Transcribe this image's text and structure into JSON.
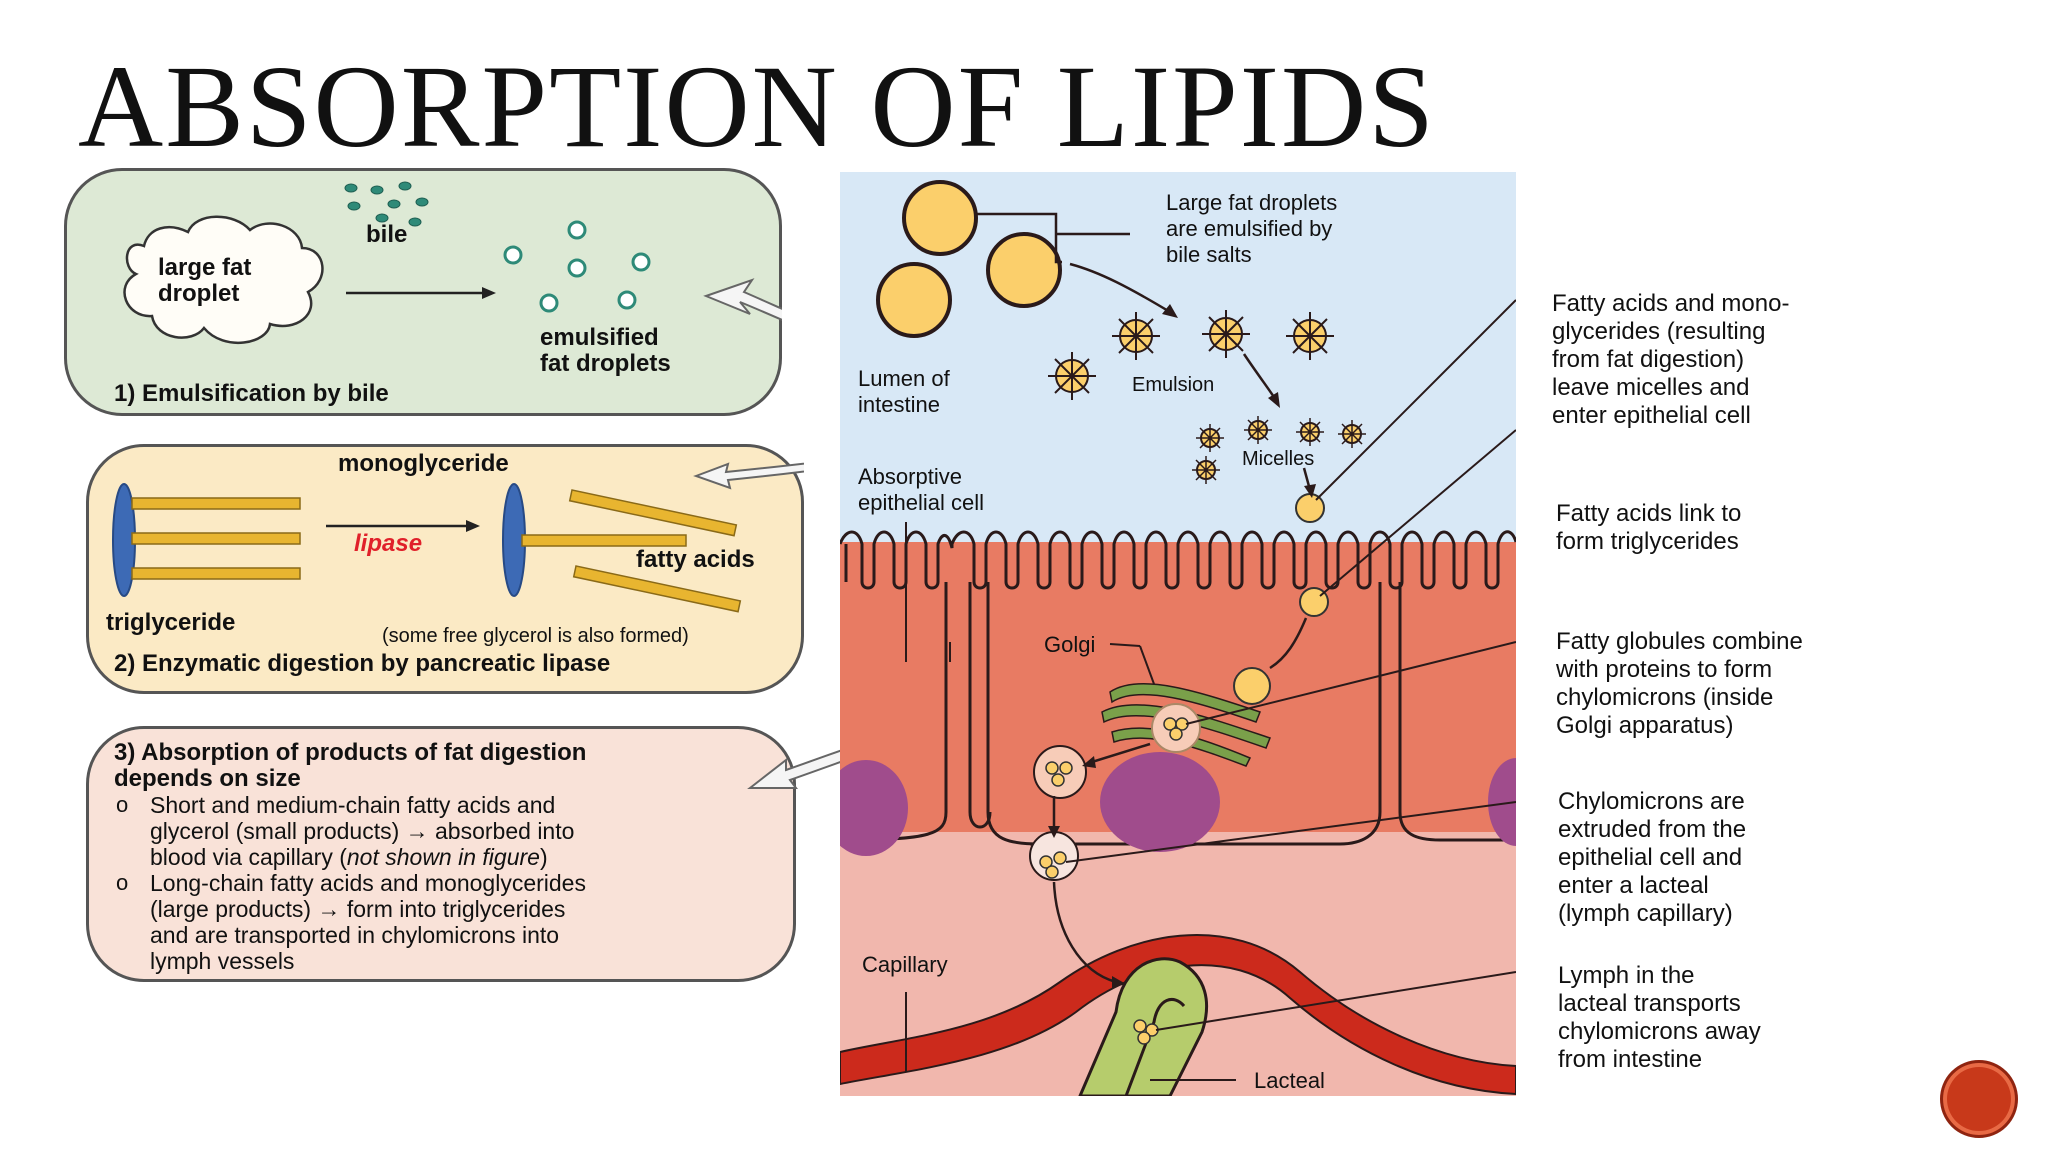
{
  "title": "ABSORPTION OF LIPIDS",
  "box1": {
    "bile": "bile",
    "droplet_line1": "large fat",
    "droplet_line2": "droplet",
    "emulsified_line1": "emulsified",
    "emulsified_line2": "fat droplets",
    "caption": "1) Emulsification by bile"
  },
  "box2": {
    "monoglyceride": "monoglyceride",
    "lipase": "lipase",
    "fatty_acids": "fatty acids",
    "triglyceride": "triglyceride",
    "note": "(some free glycerol is also formed)",
    "caption": "2) Enzymatic digestion by pancreatic lipase"
  },
  "box3": {
    "heading_line1": "3) Absorption of products of fat digestion",
    "heading_line2": "depends on size",
    "item1_a": "Short and medium-chain fatty acids and",
    "item1_b": "glycerol (small products) → absorbed into",
    "item1_c": "blood via capillary (",
    "item1_italic": "not shown in figure",
    "item1_d": ")",
    "item2_a": "Long-chain fatty acids and monoglycerides",
    "item2_b": "(large products) → form into triglycerides",
    "item2_c": "and are transported in chylomicrons into",
    "item2_d": "lymph vessels"
  },
  "diagram": {
    "large_droplets_1": "Large fat droplets",
    "large_droplets_2": "are emulsified by",
    "large_droplets_3": "bile salts",
    "lumen_1": "Lumen of",
    "lumen_2": "intestine",
    "emulsion": "Emulsion",
    "micelles": "Micelles",
    "absorptive_1": "Absorptive",
    "absorptive_2": "epithelial cell",
    "golgi": "Golgi",
    "capillary": "Capillary",
    "lacteal": "Lacteal"
  },
  "right_labels": {
    "r1": [
      "Fatty acids and mono-",
      "glycerides (resulting",
      "from fat digestion)",
      "leave micelles and",
      "enter epithelial cell"
    ],
    "r2": [
      "Fatty acids link to",
      "form triglycerides"
    ],
    "r3": [
      "Fatty globules combine",
      "with proteins to form",
      "chylomicrons (inside",
      "Golgi apparatus)"
    ],
    "r4": [
      "Chylomicrons are",
      "extruded from the",
      "epithelial cell and",
      "enter a lacteal",
      "(lymph capillary)"
    ],
    "r5": [
      "Lymph in the",
      "lacteal transports",
      "chylomicrons away",
      "from intestine"
    ]
  },
  "colors": {
    "lumen_bg": "#d8e8f6",
    "cell": "#e87b63",
    "nucleus": "#a04c8c",
    "lamina": "#f1b7ad",
    "capillary": "#cc2a1c",
    "lacteal": "#b6cc6c",
    "droplet": "#fbcf6b",
    "nav_button": "#c8391a"
  }
}
